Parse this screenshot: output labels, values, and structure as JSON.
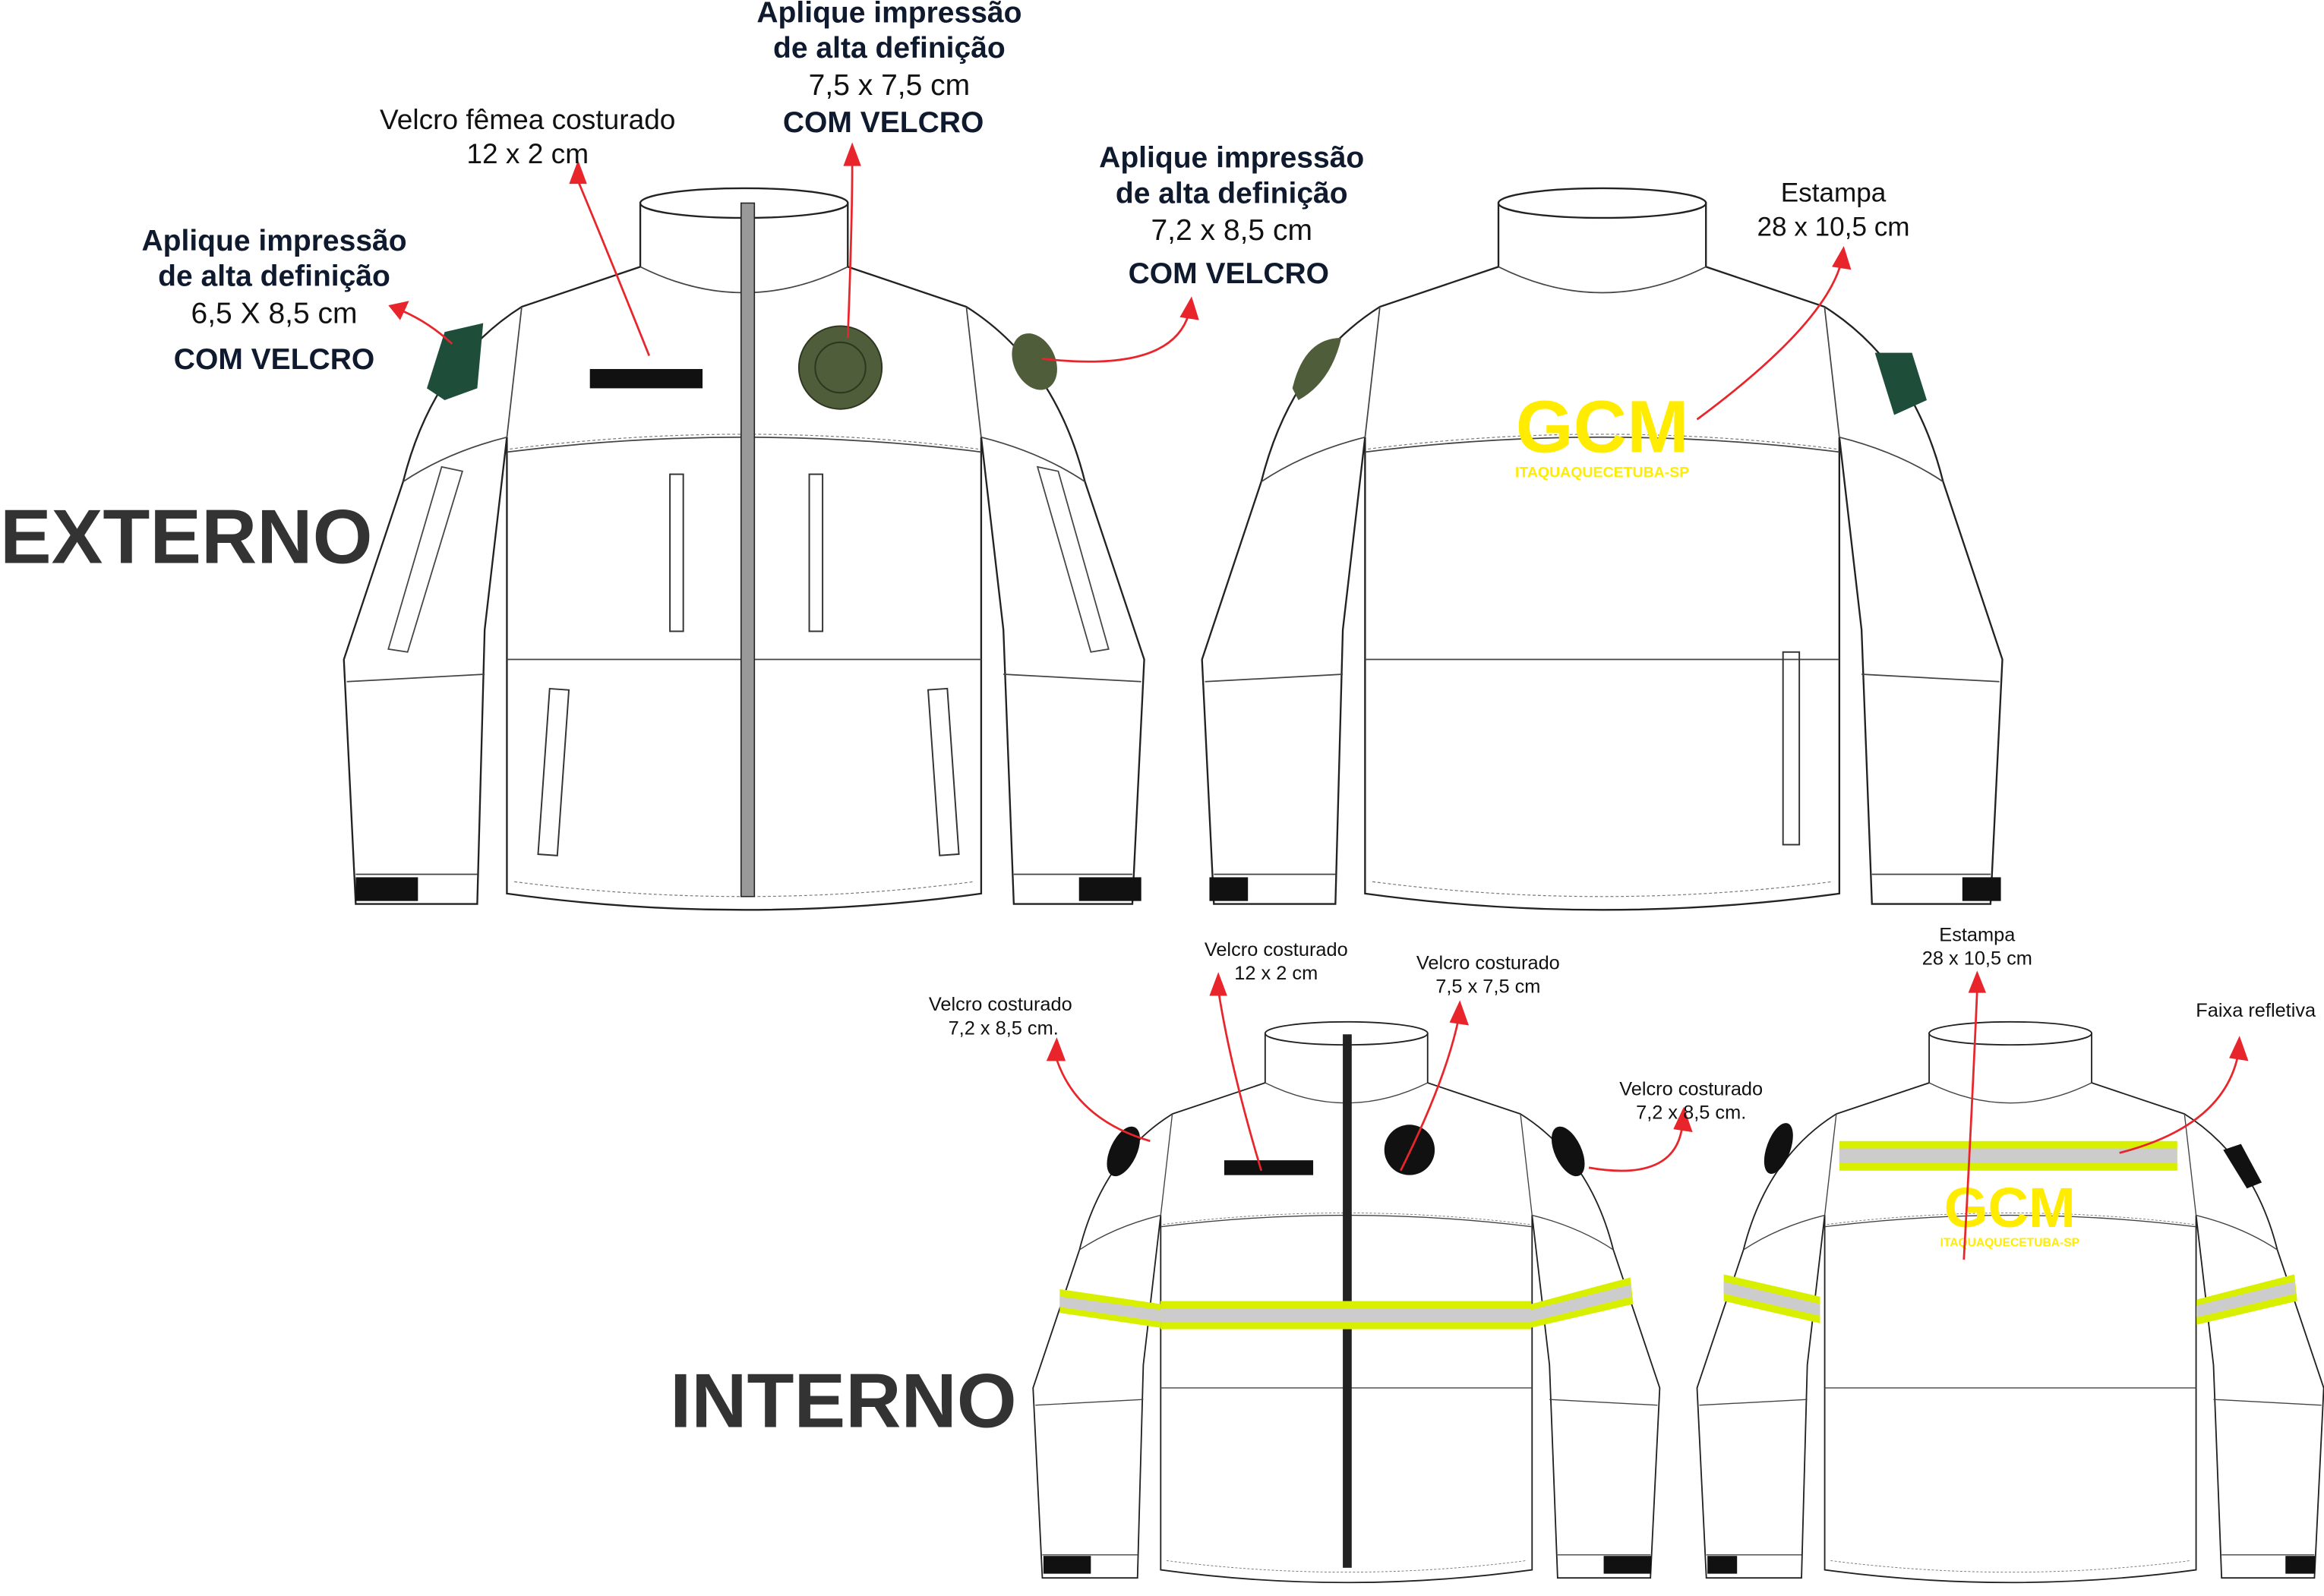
{
  "sections": {
    "external": "EXTERNO",
    "internal": "INTERNO"
  },
  "external": {
    "chest_patch": {
      "line1": "Aplique impressão",
      "line2": "de alta definição",
      "size": "7,5 x 7,5 cm",
      "note": "COM VELCRO"
    },
    "name_velcro": {
      "line1": "Velcro fêmea costurado",
      "size": "12 x 2 cm"
    },
    "left_sleeve_patch": {
      "line1": "Aplique impressão",
      "line2": "de alta definição",
      "size": "6,5 X 8,5 cm",
      "note": "COM VELCRO"
    },
    "right_sleeve_patch": {
      "line1": "Aplique impressão",
      "line2": "de alta definição",
      "size": "7,2 x 8,5 cm",
      "note": "COM VELCRO"
    },
    "back_print": {
      "line1": "Estampa",
      "size": "28 x 10,5 cm"
    },
    "back_text": {
      "main": "GCM",
      "sub": "ITAQUAQUECETUBA-SP"
    }
  },
  "internal": {
    "name_velcro": {
      "line1": "Velcro costurado",
      "size": "12 x 2 cm"
    },
    "chest_velcro": {
      "line1": "Velcro costurado",
      "size": "7,5 x 7,5 cm"
    },
    "left_sleeve_velcro": {
      "line1": "Velcro costurado",
      "size": "7,2 x 8,5 cm."
    },
    "right_sleeve_velcro": {
      "line1": "Velcro costurado",
      "size": "7,2 x 8,5 cm."
    },
    "back_print": {
      "line1": "Estampa",
      "size": "28 x 10,5 cm"
    },
    "reflective": {
      "label": "Faixa refletiva"
    },
    "back_text": {
      "main": "GCM",
      "sub": "ITAQUAQUECETUBA-SP"
    }
  },
  "colors": {
    "arrow": "#e8252b",
    "print": "#ffec00",
    "reflective": "#d8f000",
    "patch_green": "#1e4d3a",
    "patch_olive": "#4f5d3a"
  }
}
